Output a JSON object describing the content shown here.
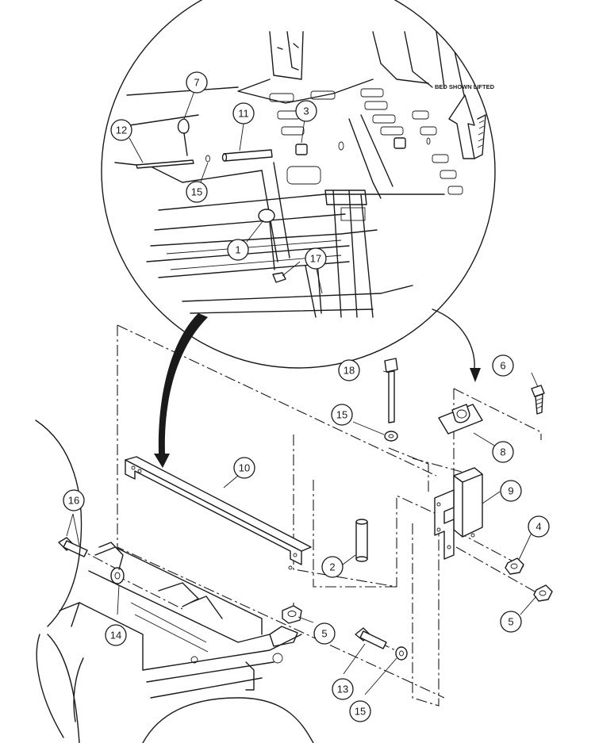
{
  "note": "BED SHOWN LIFTED",
  "callouts": [
    {
      "id": "c1",
      "label": "1"
    },
    {
      "id": "c2",
      "label": "2"
    },
    {
      "id": "c3",
      "label": "3"
    },
    {
      "id": "c4",
      "label": "4"
    },
    {
      "id": "c5a",
      "label": "5"
    },
    {
      "id": "c5b",
      "label": "5"
    },
    {
      "id": "c6",
      "label": "6"
    },
    {
      "id": "c7",
      "label": "7"
    },
    {
      "id": "c8",
      "label": "8"
    },
    {
      "id": "c9",
      "label": "9"
    },
    {
      "id": "c10",
      "label": "10"
    },
    {
      "id": "c11",
      "label": "11"
    },
    {
      "id": "c12",
      "label": "12"
    },
    {
      "id": "c13",
      "label": "13"
    },
    {
      "id": "c14",
      "label": "14"
    },
    {
      "id": "c15a",
      "label": "15"
    },
    {
      "id": "c15b",
      "label": "15"
    },
    {
      "id": "c15c",
      "label": "15"
    },
    {
      "id": "c16",
      "label": "16"
    },
    {
      "id": "c17",
      "label": "17"
    },
    {
      "id": "c18",
      "label": "18"
    }
  ]
}
